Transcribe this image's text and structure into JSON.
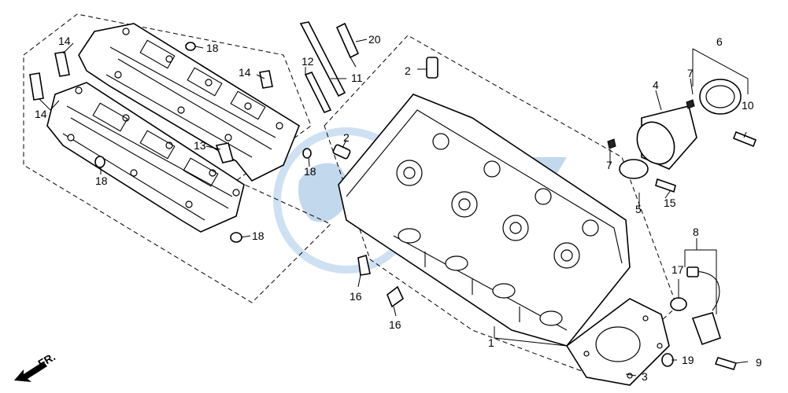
{
  "callouts": {
    "c1": "1",
    "c2a": "2",
    "c2b": "2",
    "c3": "3",
    "c4": "4",
    "c5": "5",
    "c6": "6",
    "c7a": "7",
    "c7b": "7",
    "c8": "8",
    "c9": "9",
    "c10": "10",
    "c11": "11",
    "c12": "12",
    "c13": "13",
    "c14a": "14",
    "c14b": "14",
    "c14c": "14",
    "c15": "15",
    "c16a": "16",
    "c16b": "16",
    "c17": "17",
    "c18a": "18",
    "c18b": "18",
    "c18c": "18",
    "c18d": "18",
    "c19": "19",
    "c20": "20"
  },
  "direction_label": "FR.",
  "colors": {
    "ink": "#000000",
    "watermark": "#8fb8de"
  }
}
